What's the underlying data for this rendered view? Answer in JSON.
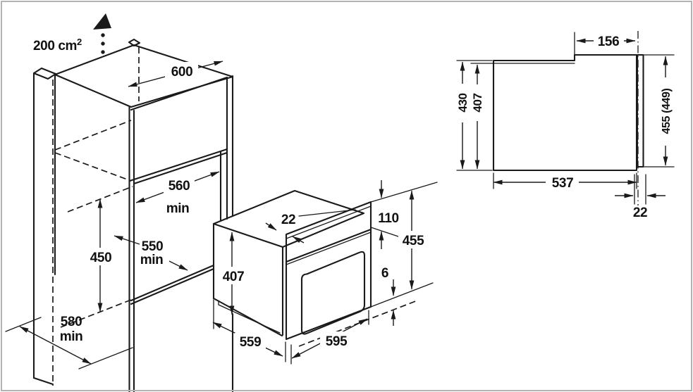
{
  "diagram": {
    "description": "Built-in compact oven installation dimensions diagram",
    "colors": {
      "line": "#1a1a1a",
      "background": "#ffffff",
      "border": "#b3b3b3"
    },
    "cabinet": {
      "ventilation_area": {
        "value": "200 cm",
        "sup": "2"
      },
      "width": "600",
      "niche_width": {
        "value": "560",
        "qualifier": "min"
      },
      "niche_depth": {
        "value": "550",
        "qualifier": "min"
      },
      "niche_height": "450",
      "base_depth": {
        "value": "580",
        "qualifier": "min"
      }
    },
    "oven": {
      "frame_overlap": "22",
      "body_height": "407",
      "depth_total": "559",
      "width": "595",
      "control_panel_height": "110",
      "front_height": "455",
      "bottom_clearance": "6"
    },
    "side_view": {
      "top_recess": "156",
      "body_height": "430",
      "inner_height": "407",
      "front_height": "455 (449)",
      "body_depth": "537",
      "door_thickness": "22"
    }
  }
}
